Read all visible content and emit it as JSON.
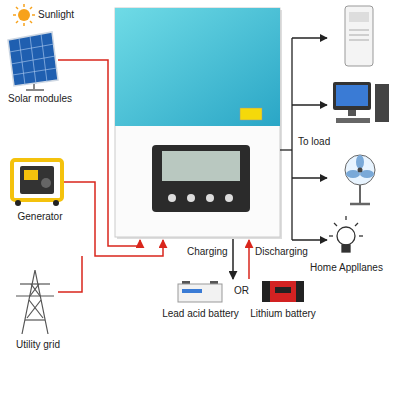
{
  "diagram": {
    "nodes": [
      {
        "text": [
          "Solar modules"
        ]
      },
      {
        "text": [
          "Generator"
        ]
      },
      {
        "text": [
          "Utility grid"
        ]
      },
      {
        "text": [
          "Lead acid battery"
        ]
      },
      {
        "text": [
          "Lithium battery"
        ]
      },
      {
        "text": [
          "Home Appllanes"
        ]
      }
    ],
    "labels": [
      "Sunlight",
      "To load",
      "Charging",
      "Discharging",
      "OR"
    ]
  }
}
